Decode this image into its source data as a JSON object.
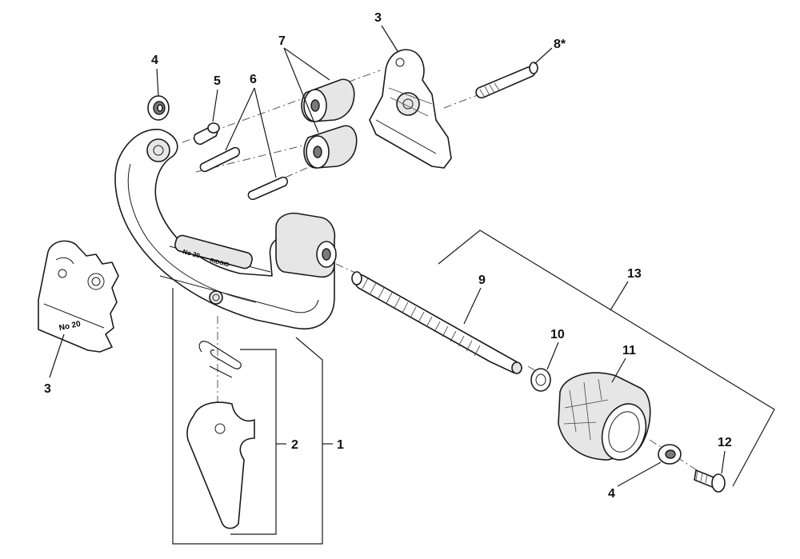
{
  "callouts": {
    "c1": "1",
    "c2": "2",
    "c3_top": "3",
    "c3_left": "3",
    "c4_top": "4",
    "c4_bottom": "4",
    "c5": "5",
    "c6": "6",
    "c7": "7",
    "c8": "8*",
    "c9": "9",
    "c10": "10",
    "c11": "11",
    "c12": "12",
    "c13": "13"
  },
  "engravings": {
    "frame_model": "No 20",
    "frame_brand": "RIDGID",
    "plate_model": "No 20"
  }
}
